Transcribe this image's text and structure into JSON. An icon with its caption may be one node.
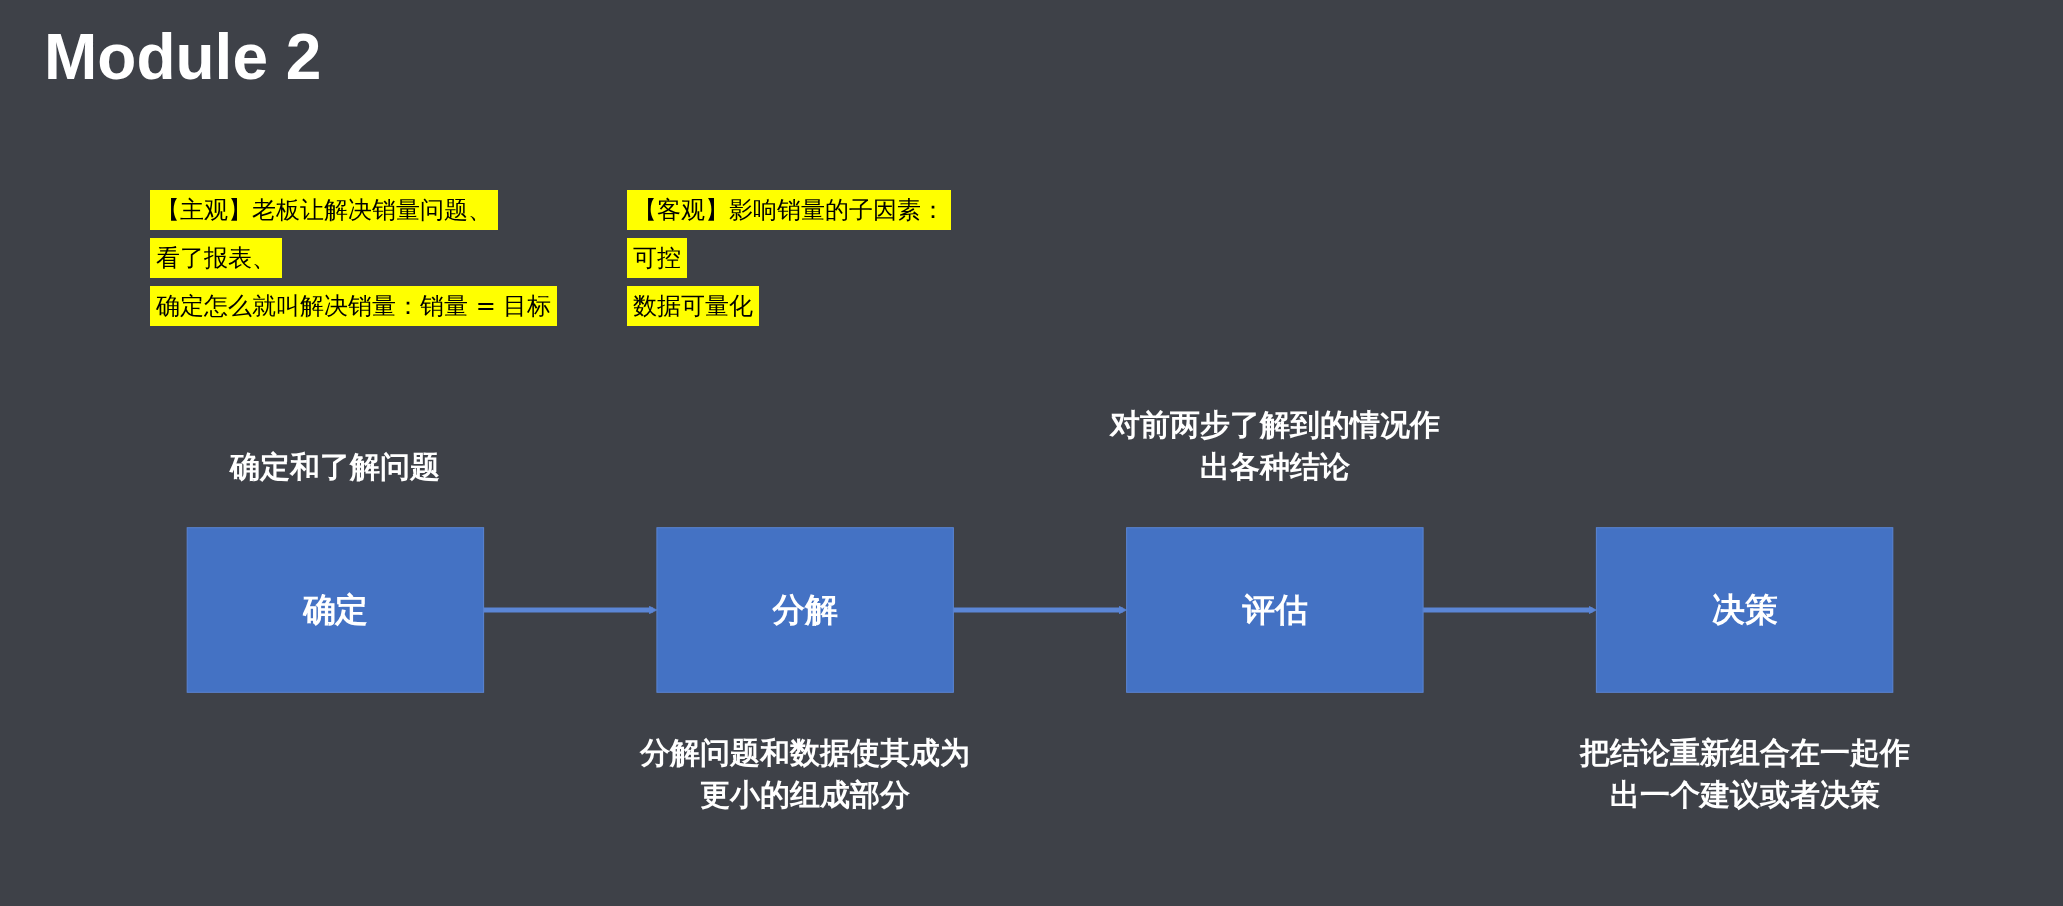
{
  "diagram": {
    "title": "Module 2",
    "nodes": [
      {
        "text": [
          "确定"
        ],
        "beside": [
          "确定和了解问题"
        ]
      },
      {
        "text": [
          "分解"
        ],
        "beside": [
          "分解问题和数据使其成为更小的组成部分"
        ]
      },
      {
        "text": [
          "评估"
        ],
        "beside": [
          "对前两步了解到的情况作出各种结论"
        ]
      },
      {
        "text": [
          "决策"
        ],
        "beside": [
          "把结论重新组合在一起作出一个建议或者决策"
        ]
      }
    ],
    "edges": [
      {
        "from": 0,
        "to": 1,
        "arrow": "to"
      },
      {
        "from": 1,
        "to": 2,
        "arrow": "to"
      },
      {
        "from": 2,
        "to": 3,
        "arrow": "to"
      }
    ],
    "labels": [
      "【主观】老板让解决销量问题、",
      "看了报表、",
      "确定怎么就叫解决销量：销量 = 目标",
      "【客观】影响销量的子因素：",
      "可控",
      "数据可量化"
    ]
  }
}
